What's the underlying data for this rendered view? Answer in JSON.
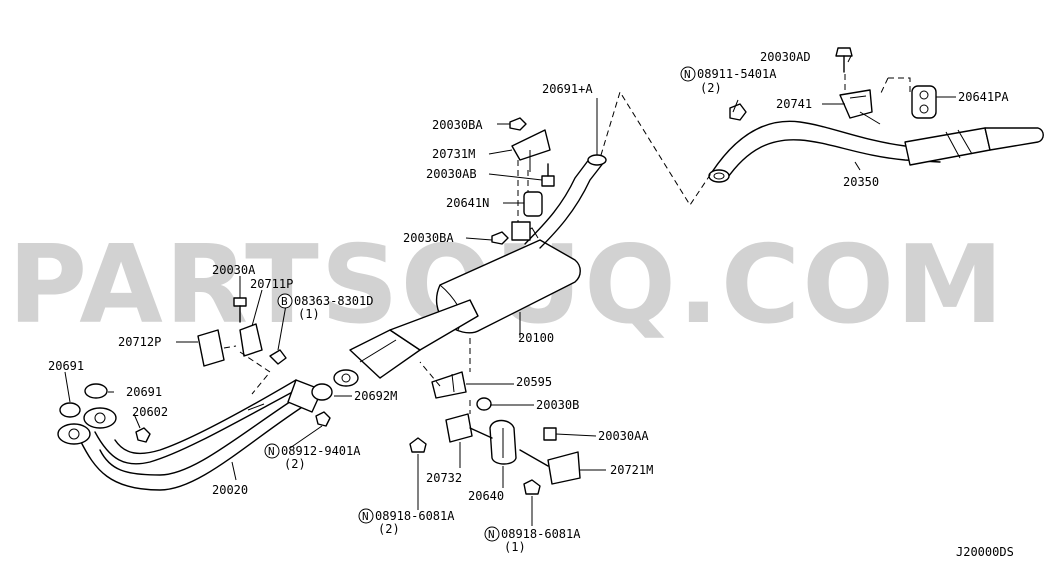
{
  "watermark": "PARTSOUQ.COM",
  "diagram_code": "J20000DS",
  "labels": {
    "p20030AD": "20030AD",
    "n08911": "08911-5401A",
    "n08911_qty": "(2)",
    "p20741": "20741",
    "p20641PA": "20641PA",
    "p20350": "20350",
    "p20691A": "20691+A",
    "p20030BA_top": "20030BA",
    "p20731M": "20731M",
    "p20030AB": "20030AB",
    "p20641N": "20641N",
    "p20030BA_mid": "20030BA",
    "p20030A": "20030A",
    "p20711P": "20711P",
    "b08363": "08363-8301D",
    "b08363_qty": "(1)",
    "p20712P": "20712P",
    "p20100": "20100",
    "p20691_a": "20691",
    "p20691_b": "20691",
    "p20602": "20602",
    "p20595": "20595",
    "p20692M": "20692M",
    "p20030B": "20030B",
    "n08912": "08912-9401A",
    "n08912_qty": "(2)",
    "p20030AA": "20030AA",
    "p20732": "20732",
    "p20721M": "20721M",
    "p20020": "20020",
    "p20640": "20640",
    "n08918_a": "08918-6081A",
    "n08918_a_qty": "(2)",
    "n08918_b": "08918-6081A",
    "n08918_b_qty": "(1)"
  },
  "symbols": {
    "nut_prefix": "N",
    "bolt_prefix": "B"
  }
}
